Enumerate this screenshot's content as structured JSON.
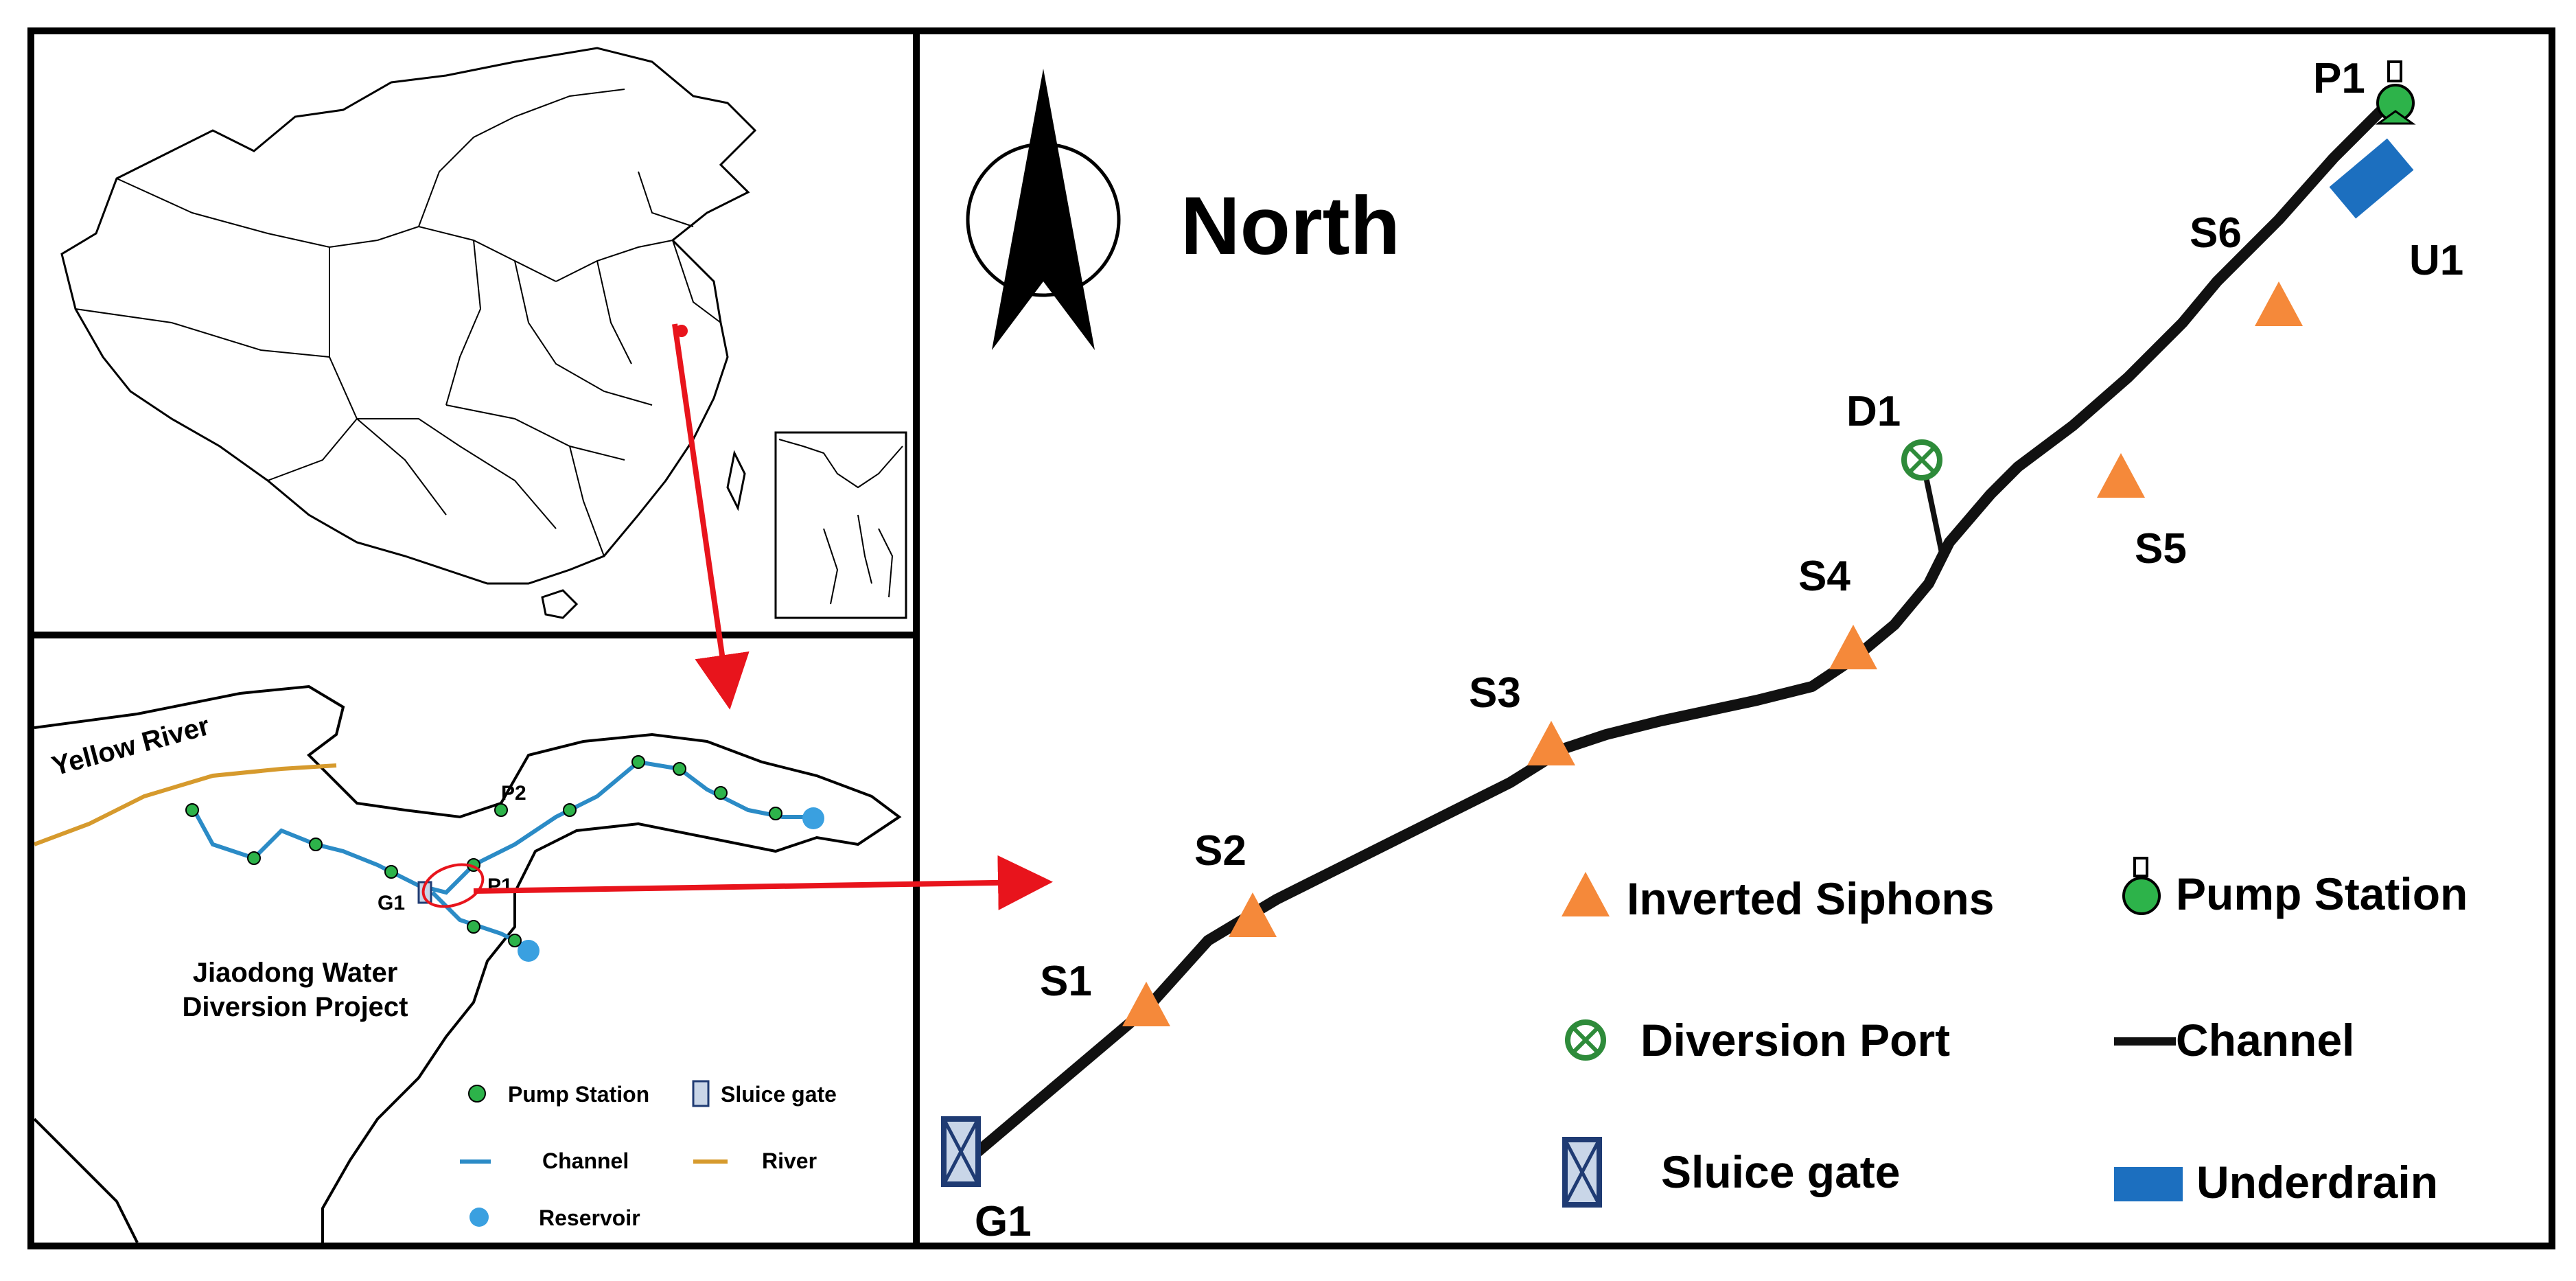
{
  "colors": {
    "border": "#000000",
    "channel_black": "#111111",
    "siphon_orange": "#f5893a",
    "pump_green": "#2db34a",
    "diversion_green": "#2e8b3a",
    "underdrain_blue": "#1c6fbf",
    "sluice_navy": "#1f3b73",
    "inset_channel_blue": "#2b8bc6",
    "river_gold": "#d69a2d",
    "reservoir_blue": "#3aa0e0",
    "arrow_red": "#e8141c"
  },
  "inset": {
    "river_label": "Yellow River",
    "project_label_line1": "Jiaodong Water",
    "project_label_line2": "Diversion Project",
    "labels": {
      "p1": "P1",
      "p2": "P2",
      "g1": "G1"
    },
    "legend": {
      "pump_station": "Pump Station",
      "sluice_gate": "Sluice gate",
      "channel": "Channel",
      "river": "River",
      "reservoir": "Reservoir"
    }
  },
  "main": {
    "north_label": "North",
    "points": {
      "g1": "G1",
      "s1": "S1",
      "s2": "S2",
      "s3": "S3",
      "s4": "S4",
      "s5": "S5",
      "s6": "S6",
      "d1": "D1",
      "u1": "U1",
      "p1": "P1"
    },
    "legend": {
      "inverted_siphons": "Inverted Siphons",
      "pump_station": "Pump Station",
      "diversion_port": "Diversion Port",
      "channel": "Channel",
      "sluice_gate": "Sluice gate",
      "underdrain": "Underdrain"
    }
  }
}
